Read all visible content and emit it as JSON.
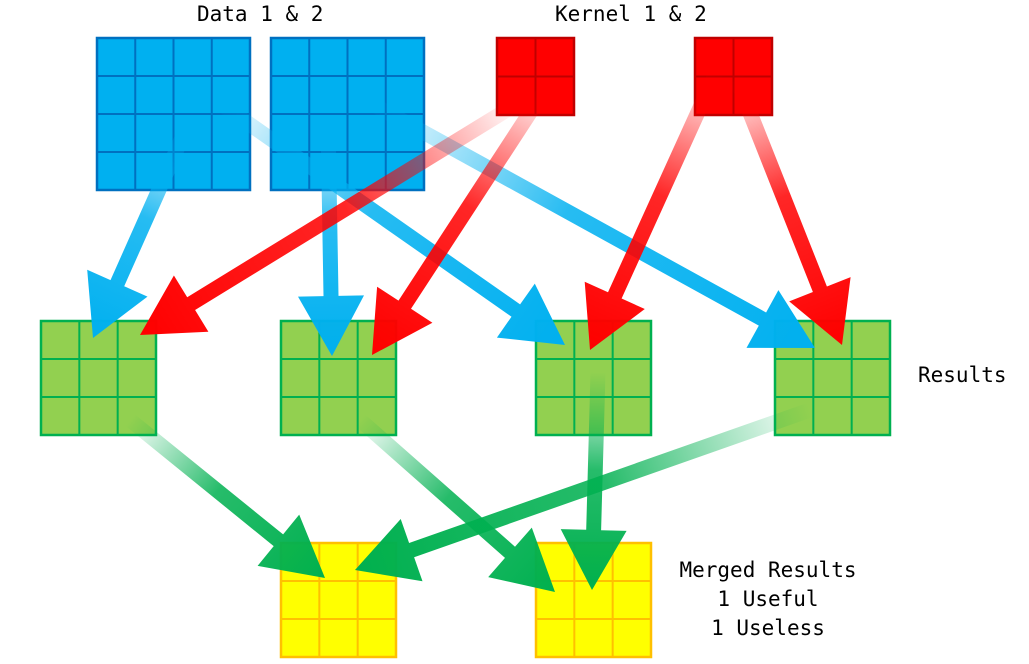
{
  "labels": {
    "data_title": "Data 1 & 2",
    "kernel_title": "Kernel 1 & 2",
    "results": "Results",
    "merged_title": "Merged Results",
    "merged_useful": "1 Useful",
    "merged_useless": "1 Useless"
  },
  "diagram": {
    "colors": {
      "data": "#00b0f0",
      "kernel": "#ff0000",
      "result": "#92d050",
      "merged": "#ffff00",
      "data_border": "#0070c0",
      "kernel_border": "#c00000",
      "result_border": "#00b050",
      "merged_border": "#ffc000",
      "arrow_green": "#00b050"
    },
    "blocks": {
      "data": [
        {
          "name": "data-1",
          "grid": 4
        },
        {
          "name": "data-2",
          "grid": 4
        }
      ],
      "kernel": [
        {
          "name": "kernel-1",
          "grid": 2
        },
        {
          "name": "kernel-2",
          "grid": 2
        }
      ],
      "results": [
        {
          "name": "result-1",
          "grid": 3
        },
        {
          "name": "result-2",
          "grid": 3
        },
        {
          "name": "result-3",
          "grid": 3
        },
        {
          "name": "result-4",
          "grid": 3
        }
      ],
      "merged": [
        {
          "name": "merged-1",
          "grid": 3
        },
        {
          "name": "merged-2",
          "grid": 3
        }
      ]
    }
  }
}
